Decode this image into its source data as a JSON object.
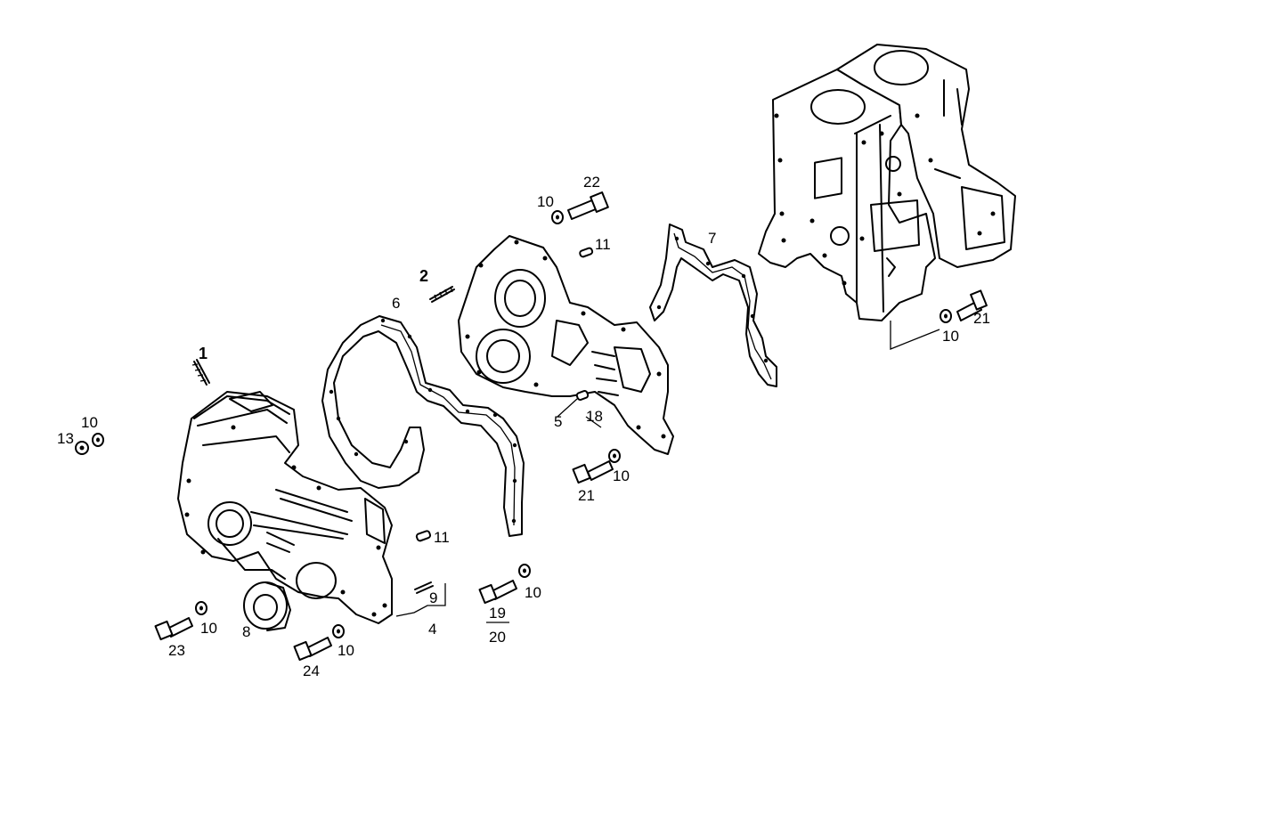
{
  "labels": {
    "l1": "1",
    "l2": "2",
    "l4": "4",
    "l5": "5",
    "l6": "6",
    "l7": "7",
    "l8": "8",
    "l9": "9",
    "l10_a": "10",
    "l10_b": "10",
    "l10_c": "10",
    "l10_d": "10",
    "l10_e": "10",
    "l10_f": "10",
    "l10_g": "10",
    "l11_a": "11",
    "l11_b": "11",
    "l13": "13",
    "l18": "18",
    "l19": "19",
    "l20": "20",
    "l21_a": "21",
    "l21_b": "21",
    "l22": "22",
    "l23": "23",
    "l24": "24"
  }
}
